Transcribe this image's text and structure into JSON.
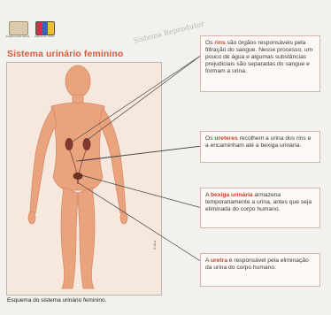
{
  "header": {
    "icons": [
      {
        "name": "oral-reading-icon",
        "caption": "Imagem\npara leitura",
        "color": "#d8cbb0"
      },
      {
        "name": "color-reading-icon",
        "caption": "Leitura\nem cores",
        "color": "#6d4a8c"
      }
    ],
    "handwriting": "Sistema Reprodutor"
  },
  "figure": {
    "title": "Sistema urinário feminino",
    "caption": "Esquema do sistema urinário feminino.",
    "credit": "K Anz"
  },
  "callouts": [
    {
      "term": "rins",
      "before": "Os ",
      "after": " são órgãos responsáveis pela filtração do sangue. Nesse processo, um pouco de água e algumas substâncias prejudiciais são separadas do sangue e formam a urina."
    },
    {
      "term": "ureteres",
      "before": "Os ",
      "after": " recolhem a urina dos rins e a encaminham até a bexiga urinária."
    },
    {
      "term": "bexiga urinária",
      "before": "A ",
      "after": " armazena temporariamente a urina, antes que seja eliminada do corpo humano."
    },
    {
      "term": "uretra",
      "before": "A ",
      "after": " é responsável pela eliminação da urina do corpo humano."
    }
  ],
  "colors": {
    "accent": "#d85b3f",
    "skin": "#e9a47e",
    "organ": "#7c3a2e"
  }
}
